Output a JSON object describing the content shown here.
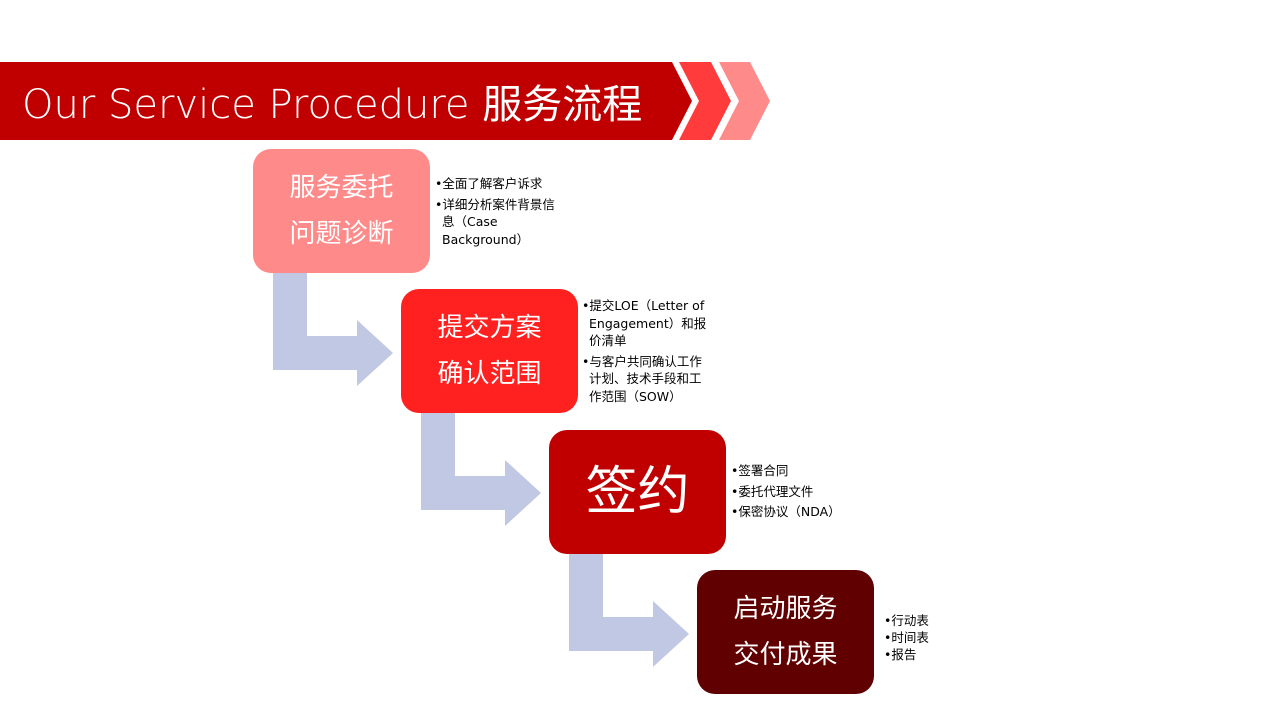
{
  "title": "Our Service Procedure 服务流程",
  "colors": {
    "banner": "#C00000",
    "chevron2": "#FF3B3B",
    "chevron3": "#FF8A8A",
    "arrow": "#C0C8E4"
  },
  "steps": [
    {
      "lines": [
        "服务委托",
        "问题诊断"
      ],
      "color": "#FF8A8A",
      "bullets": [
        "全面了解客户诉求",
        "详细分析案件背景信息（Case Background）"
      ]
    },
    {
      "lines": [
        "提交方案",
        "确认范围"
      ],
      "color": "#FF2020",
      "bullets": [
        "提交LOE（Letter of Engagement）和报价清单",
        "与客户共同确认工作计划、技术手段和工作范围（SOW）"
      ]
    },
    {
      "lines": [
        "签约"
      ],
      "color": "#C00000",
      "bullets": [
        "签署合同",
        "委托代理文件",
        "保密协议（NDA）"
      ]
    },
    {
      "lines": [
        "启动服务",
        "交付成果"
      ],
      "color": "#600000",
      "bullets": [
        "行动表",
        "时间表",
        "报告"
      ]
    }
  ]
}
